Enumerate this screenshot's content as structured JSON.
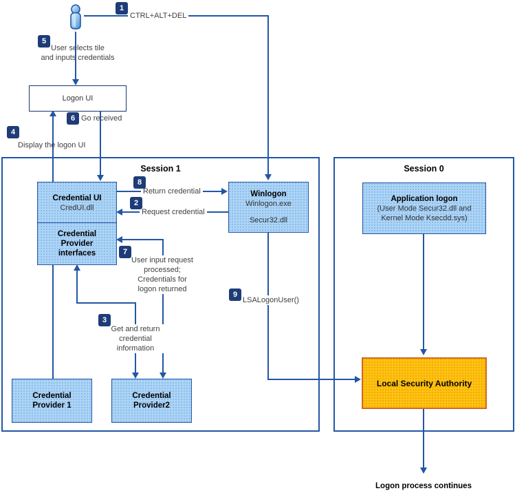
{
  "colors": {
    "line_blue": "#2156A5",
    "badge_navy": "#1E3C78",
    "box_fill_blue": "#ABD5F7",
    "box_border_blue": "#2456A8",
    "logon_ui_border": "#17376E",
    "lsa_fill": "#FFC30F",
    "lsa_border": "#D2691E",
    "label_text": "#404040"
  },
  "badges": {
    "b1": "1",
    "b2": "2",
    "b3": "3",
    "b4": "4",
    "b5": "5",
    "b6": "6",
    "b7": "7",
    "b8": "8",
    "b9": "9"
  },
  "top": {
    "ctrl_alt_del": "CTRL+ALT+DEL",
    "user_selects_lines": [
      "User selects tile",
      "and inputs credentials"
    ],
    "logon_ui": "Logon UI",
    "go_received": "Go received",
    "display_logon_ui": "Display the logon UI"
  },
  "session1": {
    "title": "Session 1",
    "credential_ui": {
      "title": "Credential UI",
      "subtitle": "CredUI.dll"
    },
    "provider_interfaces_lines": [
      "Credential",
      "Provider",
      "interfaces"
    ],
    "winlogon": {
      "title": "Winlogon",
      "subtitle1": "Winlogon.exe",
      "subtitle2": "Secur32.dll"
    },
    "return_credential": "Return credential",
    "request_credential": "Request credential",
    "user_input_lines": [
      "User input request",
      "processed;",
      "Credentials for",
      "logon returned"
    ],
    "get_return_lines": [
      "Get and return",
      "credential",
      "information"
    ],
    "cp1_lines": [
      "Credential",
      "Provider 1"
    ],
    "cp2_lines": [
      "Credential",
      "Provider2"
    ],
    "lsalogonuser": "LSALogonUser()"
  },
  "session0": {
    "title": "Session 0",
    "application_logon": {
      "title": "Application logon",
      "subtitle1": "(User Mode Secur32.dll and",
      "subtitle2": "Kernel Mode Ksecdd.sys)"
    },
    "lsa": "Local Security Authority"
  },
  "footer": {
    "logon_process_continues": "Logon process continues"
  }
}
